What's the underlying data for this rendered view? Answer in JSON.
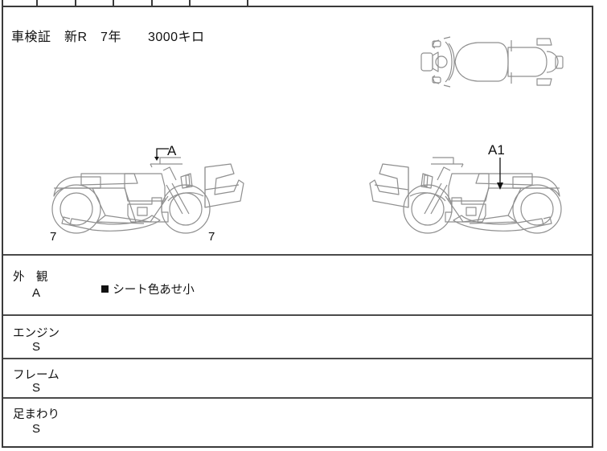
{
  "document": {
    "type": "motorcycle-auction-inspection-sheet"
  },
  "top_table": {
    "cells": [
      "",
      "",
      "",
      "",
      "",
      "",
      ""
    ]
  },
  "header_row": {
    "text": "車検証　新R　7年　　3000キロ",
    "label_certificate": "車検証",
    "label_registration": "新R",
    "label_year": "7年",
    "label_mileage": "3000キロ"
  },
  "diagrams": {
    "top_view": {
      "name": "motorcycle-top-view"
    },
    "left_side_view": {
      "name": "motorcycle-left-side-view",
      "annotation": "A",
      "marker_front": "7",
      "marker_rear": "7"
    },
    "right_side_view": {
      "name": "motorcycle-right-side-view",
      "annotation": "A1"
    }
  },
  "sections": [
    {
      "title": "外　観",
      "grade": "A",
      "note": "シート色あせ小",
      "has_bullet": true
    },
    {
      "title": "エンジン",
      "grade": "S",
      "note": "",
      "has_bullet": false
    },
    {
      "title": "フレーム",
      "grade": "S",
      "note": "",
      "has_bullet": false
    },
    {
      "title": "足まわり",
      "grade": "S",
      "note": "",
      "has_bullet": false
    }
  ],
  "colors": {
    "border": "#3a3a3a",
    "rule": "#4a4a4a",
    "thin_rule": "#9b9b9b",
    "drawing_stroke": "#8a8a8a",
    "text": "#111111"
  }
}
